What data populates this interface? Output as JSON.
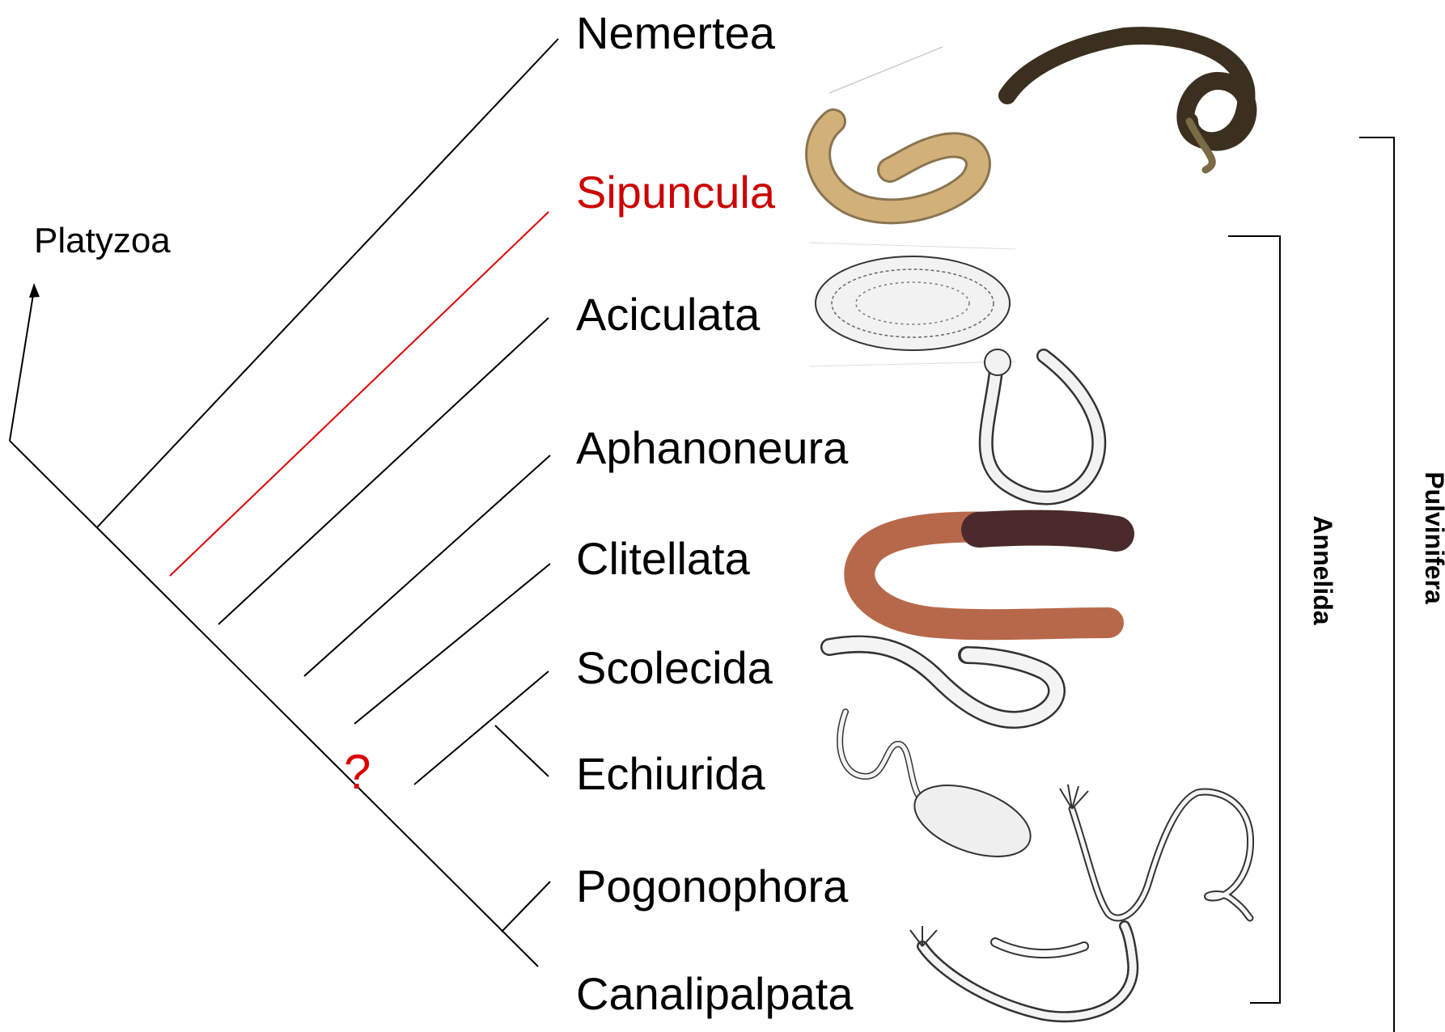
{
  "taxa": [
    {
      "id": "nemertea",
      "label": "Nemertea",
      "highlight": false
    },
    {
      "id": "sipuncula",
      "label": "Sipuncula",
      "highlight": true
    },
    {
      "id": "aciculata",
      "label": "Aciculata",
      "highlight": false
    },
    {
      "id": "aphanoneura",
      "label": "Aphanoneura",
      "highlight": false
    },
    {
      "id": "clitellata",
      "label": "Clitellata",
      "highlight": false
    },
    {
      "id": "scolecida",
      "label": "Scolecida",
      "highlight": false
    },
    {
      "id": "echiurida",
      "label": "Echiurida",
      "highlight": false
    },
    {
      "id": "pogonophora",
      "label": "Pogonophora",
      "highlight": false
    },
    {
      "id": "canalipalpata",
      "label": "Canalipalpata",
      "highlight": false
    }
  ],
  "outgroup": {
    "label": "Platyzoa"
  },
  "uncertainty_mark": "?",
  "clades": [
    {
      "id": "annelida",
      "label": "Annelida"
    },
    {
      "id": "pulvinifera",
      "label": "Pulvinifera"
    }
  ],
  "colors": {
    "line": "#000000",
    "highlight": "#cc0000",
    "highlight_line": "#e00000",
    "worm_brown": "#5a4a30",
    "worm_tan": "#c9a46a",
    "earthworm": "#b8684a"
  }
}
